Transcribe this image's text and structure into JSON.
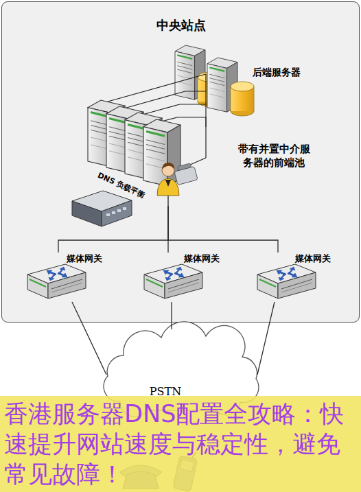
{
  "diagram": {
    "nodes": [
      {
        "text": [
          "中央站点"
        ]
      },
      {
        "text": [
          "后端服务器"
        ],
        "in": 0
      },
      {
        "text": [
          "带有并置中介服务器的前端池"
        ],
        "in": 0
      },
      {
        "text": [
          "媒体网关"
        ],
        "in": 0
      },
      {
        "text": [
          "媒体网关"
        ],
        "in": 0
      },
      {
        "text": [
          "媒体网关"
        ],
        "in": 0
      },
      {
        "text": [
          "PSTN"
        ]
      }
    ],
    "edges": [
      {
        "from": 2,
        "to": 1,
        "arrow": "none"
      },
      {
        "from": 2,
        "to": 3,
        "arrow": "none"
      },
      {
        "from": 2,
        "to": 4,
        "arrow": "none"
      },
      {
        "from": 2,
        "to": 5,
        "arrow": "none"
      },
      {
        "from": 3,
        "to": 6,
        "arrow": "none"
      },
      {
        "from": 4,
        "to": 6,
        "arrow": "none"
      },
      {
        "from": 5,
        "to": 6,
        "arrow": "none"
      }
    ],
    "labels": [
      "DNS 负载平衡",
      "香港服务器DNS配置全攻略：快速提升网站速度与稳定性，避免常见故障！"
    ]
  }
}
